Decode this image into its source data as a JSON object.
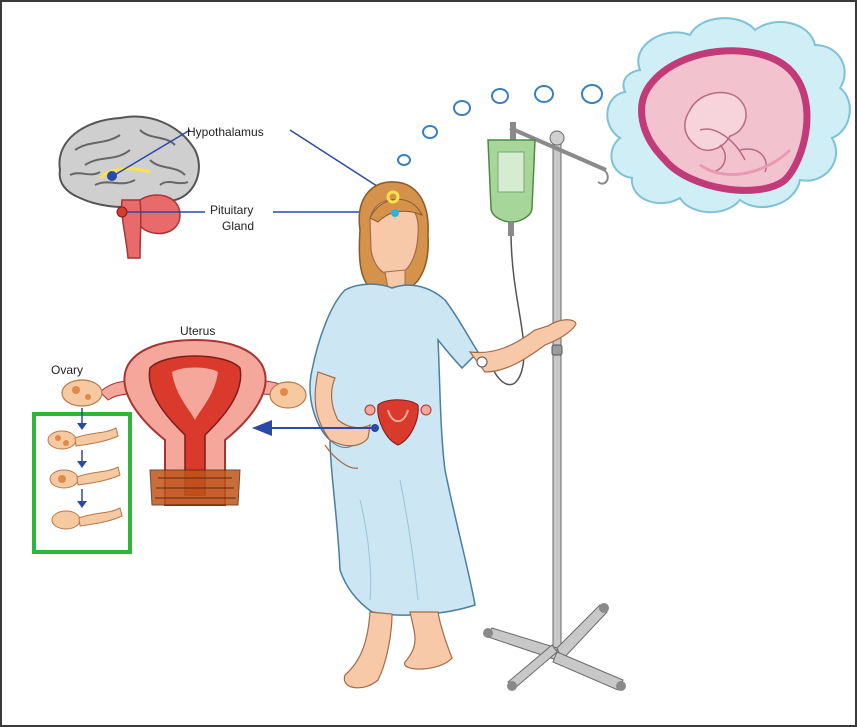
{
  "labels": {
    "hypothalamus": "Hypothalamus",
    "pituitary_line1": "Pituitary",
    "pituitary_line2": "Gland",
    "uterus": "Uterus",
    "ovary": "Ovary"
  },
  "colors": {
    "frame": "#3a3a3a",
    "connector": "#2a4aa8",
    "ovary_box": "#2fb53a",
    "skin": "#f8c9a8",
    "hair": "#d4924a",
    "gown": "#cce6f4",
    "uterus_red": "#d93a2b",
    "uterus_pink": "#f4a79a",
    "iv_bag": "#9fd28c",
    "pole": "#a8a8a8",
    "thought_cloud": "#bfe6ee",
    "fetus_ring": "#c23a78",
    "brain_gray": "#9a9a9a",
    "pituitary": "#e86a6a"
  }
}
